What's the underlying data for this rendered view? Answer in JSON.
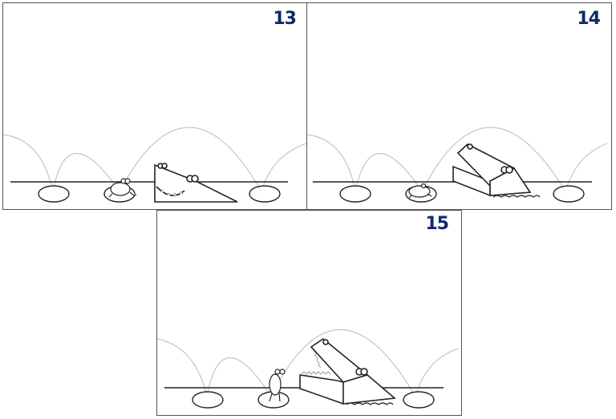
{
  "panels": [
    {
      "number": "13",
      "scene": "frog sitting on lily pad, crocodile jaws closed beside pads"
    },
    {
      "number": "14",
      "scene": "frog crouched on lily pad, crocodile opening jaws rising from water"
    },
    {
      "number": "15",
      "scene": "frog standing up on lily pad, crocodile jaws wide open"
    }
  ],
  "colors": {
    "panel_number": "#0f2a6b",
    "jump_arcs": "#b8c8dc",
    "ink": "#222222",
    "border": "#555555"
  }
}
